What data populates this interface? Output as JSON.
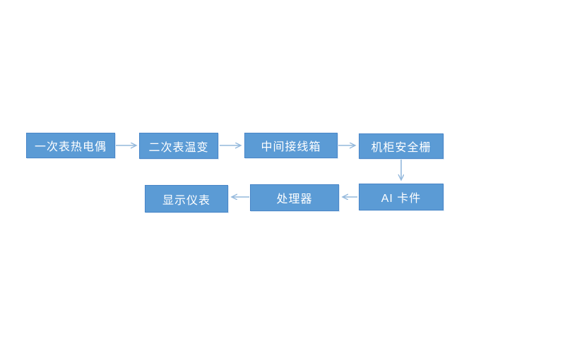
{
  "colors": {
    "background": "#ffffff",
    "node_fill": "#5b9bd5",
    "node_border": "#4a86c8",
    "arrow": "#93b8dc",
    "node_text": "#ffffff"
  },
  "diagram": {
    "type": "flowchart",
    "nodes": [
      {
        "id": "primary-thermocouple",
        "label": "一次表热电偶"
      },
      {
        "id": "secondary-transmitter",
        "label": "二次表温变"
      },
      {
        "id": "junction-box",
        "label": "中间接线箱"
      },
      {
        "id": "safety-barrier",
        "label": "机柜安全栅"
      },
      {
        "id": "ai-card",
        "label": "AI 卡件"
      },
      {
        "id": "processor",
        "label": "处理器"
      },
      {
        "id": "display-instrument",
        "label": "显示仪表"
      }
    ],
    "edges": [
      {
        "from": "primary-thermocouple",
        "to": "secondary-transmitter",
        "direction": "right"
      },
      {
        "from": "secondary-transmitter",
        "to": "junction-box",
        "direction": "right"
      },
      {
        "from": "junction-box",
        "to": "safety-barrier",
        "direction": "right"
      },
      {
        "from": "safety-barrier",
        "to": "ai-card",
        "direction": "down"
      },
      {
        "from": "ai-card",
        "to": "processor",
        "direction": "left"
      },
      {
        "from": "processor",
        "to": "display-instrument",
        "direction": "left"
      }
    ]
  }
}
